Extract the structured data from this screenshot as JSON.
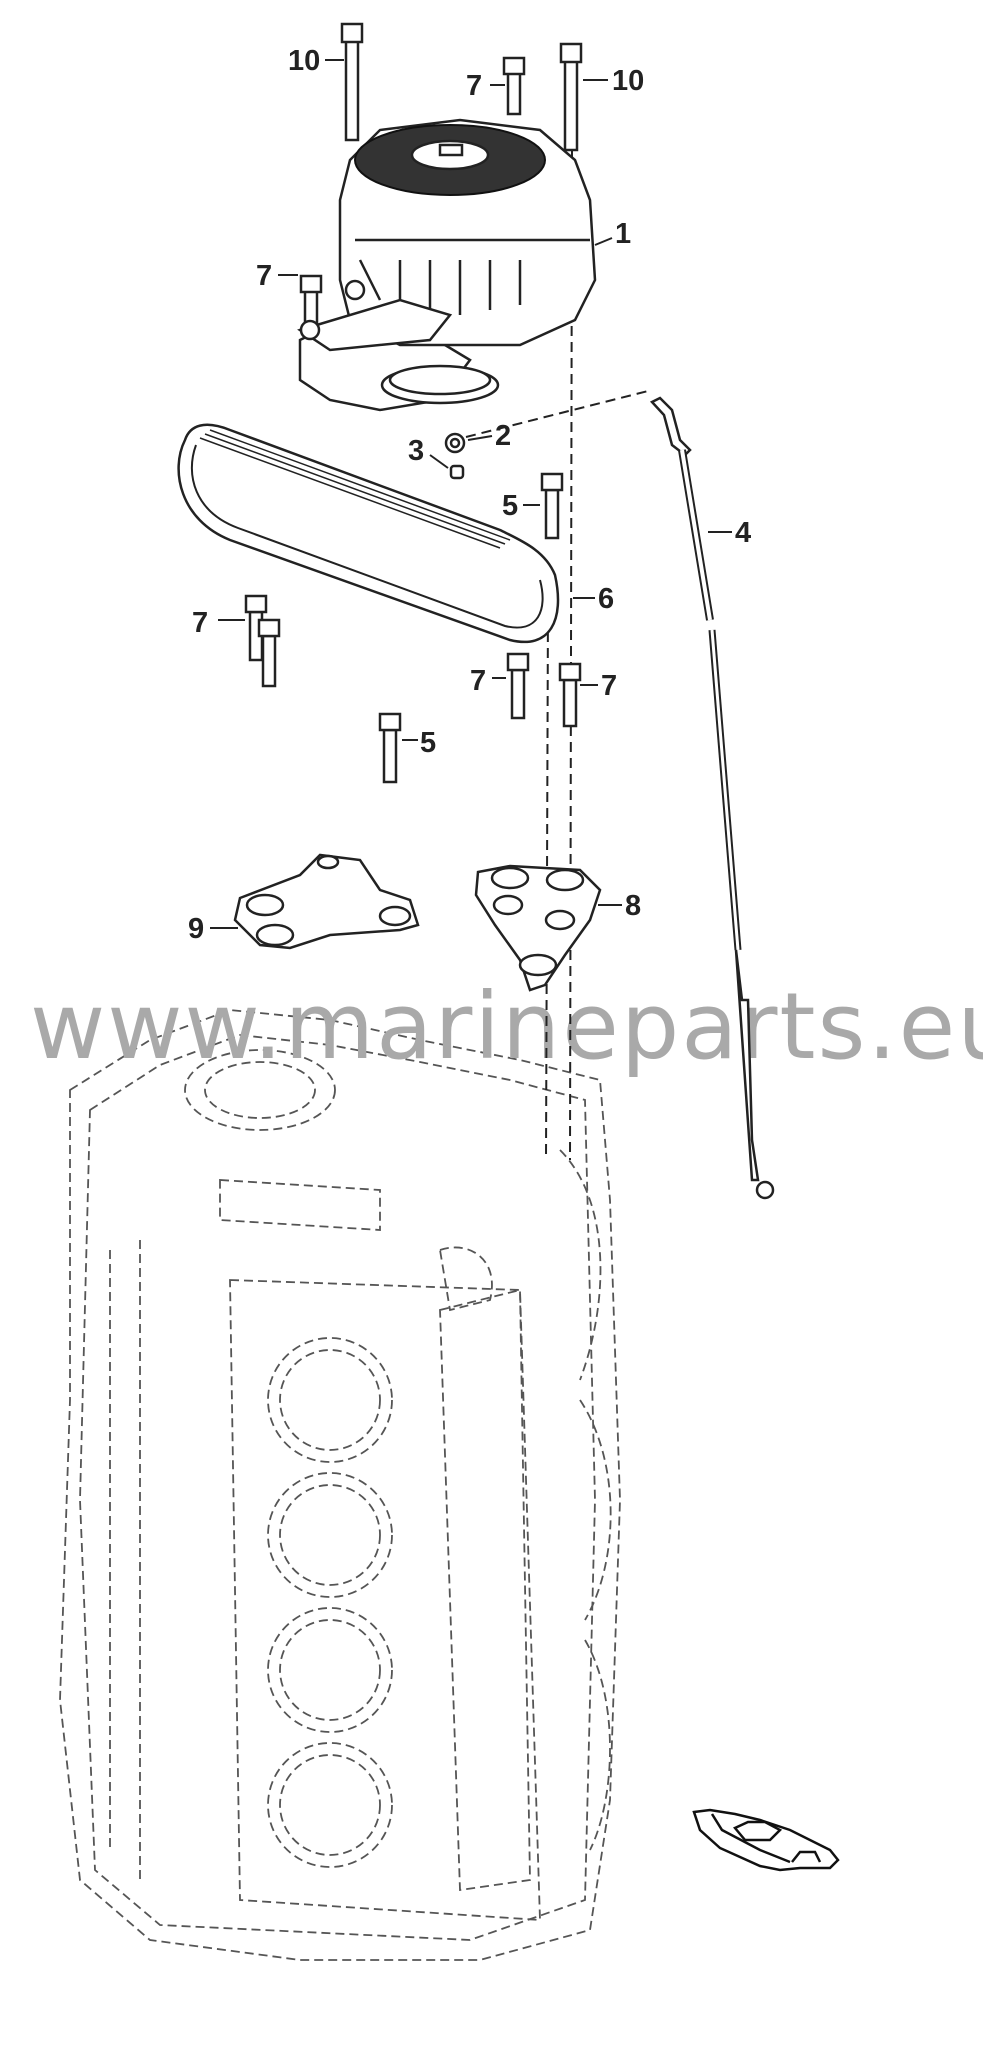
{
  "diagram": {
    "watermark": "www.marineparts.eu",
    "callouts": {
      "c10a": "10",
      "c7a": "7",
      "c10b": "10",
      "c1": "1",
      "c7b": "7",
      "c2": "2",
      "c3": "3",
      "c4": "4",
      "c5a": "5",
      "c6": "6",
      "c7c": "7",
      "c7d": "7",
      "c7e": "7",
      "c5b": "5",
      "c9": "9",
      "c8": "8"
    },
    "icons": {
      "boat": "boat-outline-icon"
    }
  }
}
